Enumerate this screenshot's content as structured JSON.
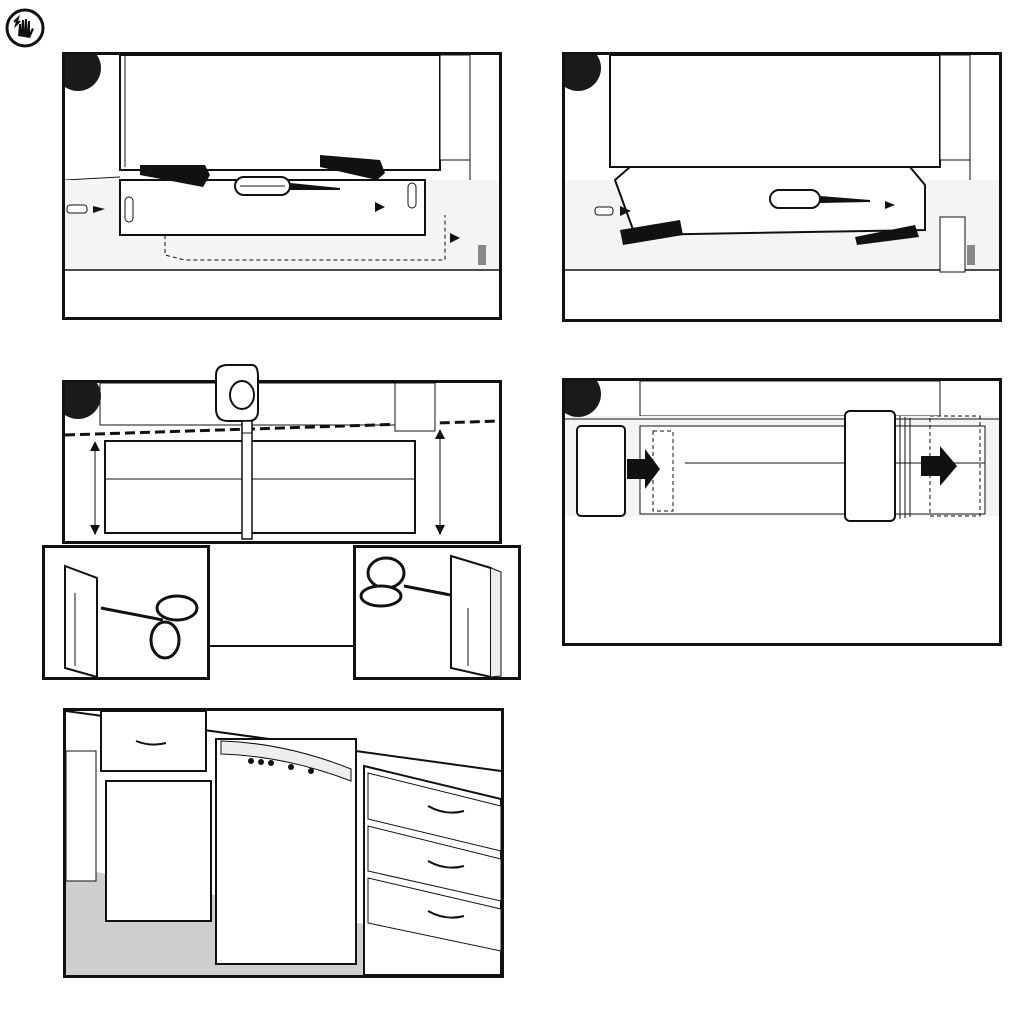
{
  "document": {
    "warning_icon": "electrical-shock-hand-icon",
    "steps": [
      {
        "icon": "step-badge",
        "tools": [
          "screw-icon",
          "screwdriver-icon"
        ]
      },
      {
        "icon": "step-badge",
        "tools": [
          "screw-icon",
          "screwdriver-icon"
        ]
      },
      {
        "icon": "step-badge",
        "tools": [
          "tape-measure-icon",
          "scissors-icon",
          "scissors-icon"
        ]
      },
      {
        "icon": "step-badge",
        "tools": [
          "insulation-block-icon",
          "insulation-block-icon"
        ]
      }
    ],
    "final_view": "dishwasher-installed-illustration",
    "colors": {
      "ink": "#111111",
      "badge": "#1a1a1a",
      "shade": "#cfcfcf",
      "light": "#eeeeee"
    }
  }
}
